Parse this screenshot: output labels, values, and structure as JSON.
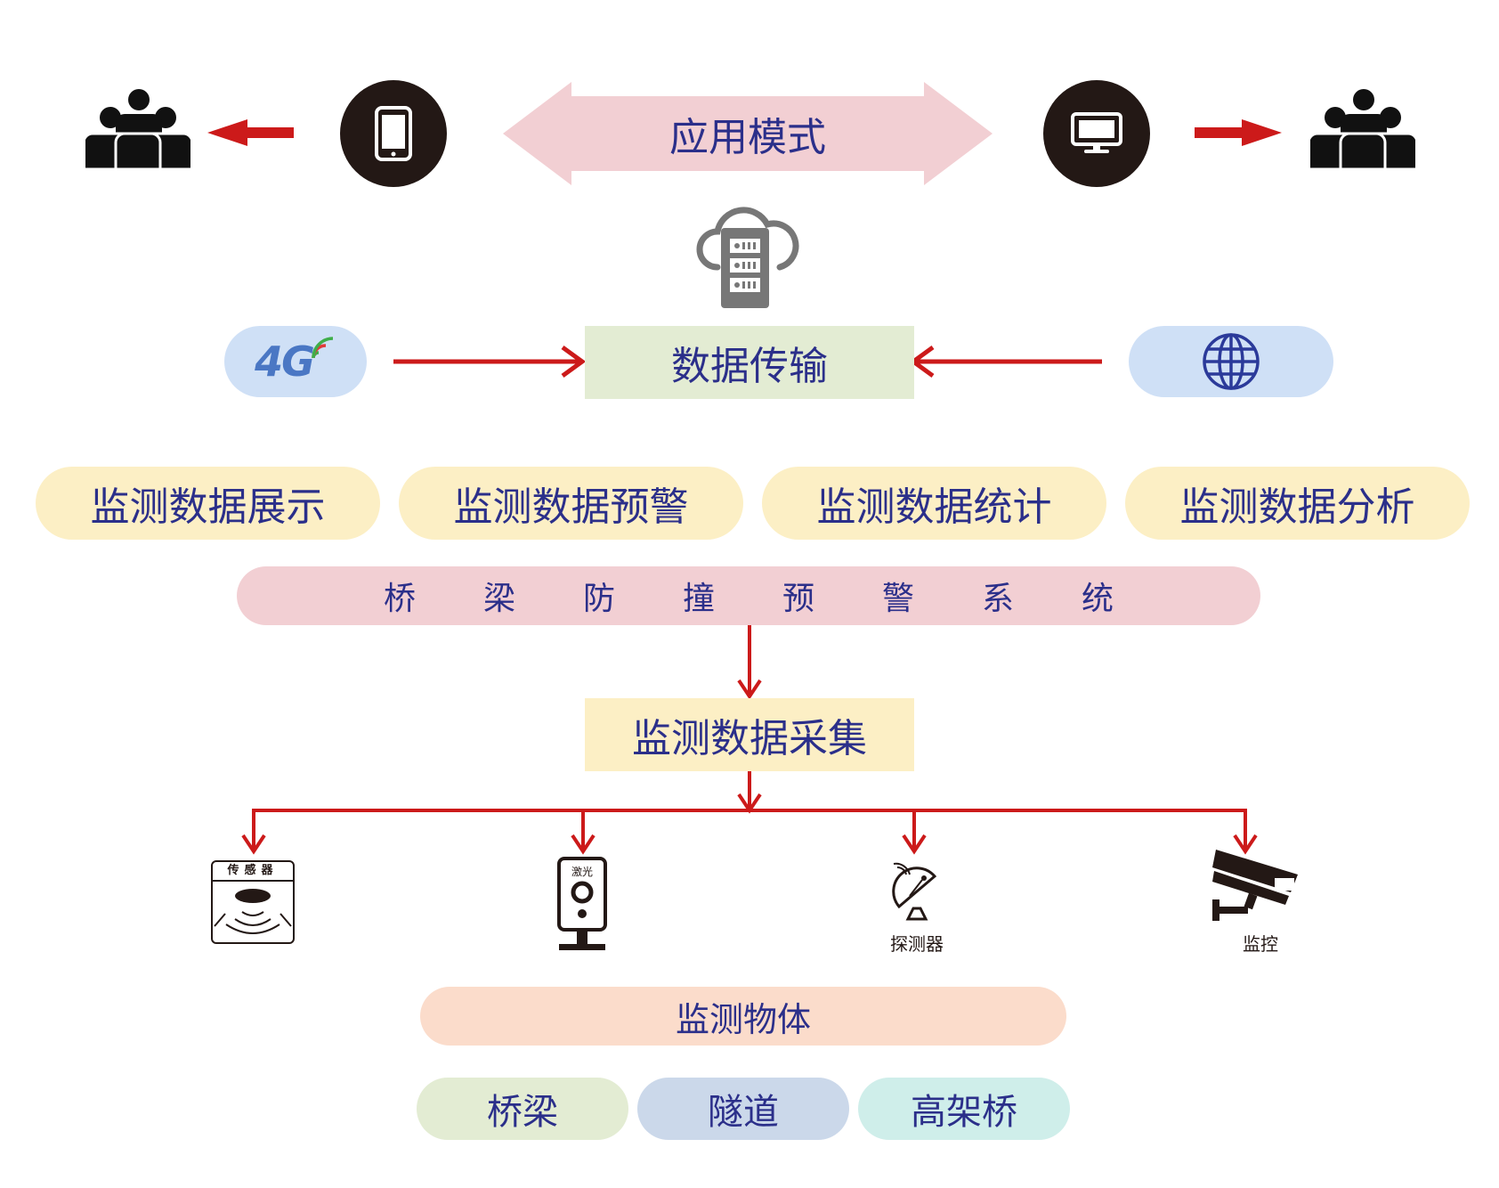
{
  "app_mode": {
    "label": "应用模式"
  },
  "transport": {
    "label": "数据传输"
  },
  "network": {
    "label_4g": "4G"
  },
  "functions": [
    {
      "label": "监测数据展示"
    },
    {
      "label": "监测数据预警"
    },
    {
      "label": "监测数据统计"
    },
    {
      "label": "监测数据分析"
    }
  ],
  "system": {
    "chars": [
      "桥",
      "梁",
      "防",
      "撞",
      "预",
      "警",
      "系",
      "统"
    ]
  },
  "collection": {
    "label": "监测数据采集"
  },
  "devices": {
    "sensor": {
      "label": "传感器"
    },
    "laser": {
      "label": "激光"
    },
    "detector": {
      "label": "探测器"
    },
    "monitor": {
      "label": "监控"
    }
  },
  "objects": {
    "title": "监测物体",
    "items": [
      {
        "label": "桥梁"
      },
      {
        "label": "隧道"
      },
      {
        "label": "高架桥"
      }
    ]
  },
  "colors": {
    "text": "#2b2f8a",
    "arrow": "#cc1a1a",
    "pink": "#f2cfd3",
    "yellow": "#fcefc5",
    "green": "#e3ecd3",
    "blue_light": "#cfe0f6",
    "peach": "#fbdccb",
    "aqua": "#cfeeea",
    "steel_blue": "#cbd8ea"
  }
}
